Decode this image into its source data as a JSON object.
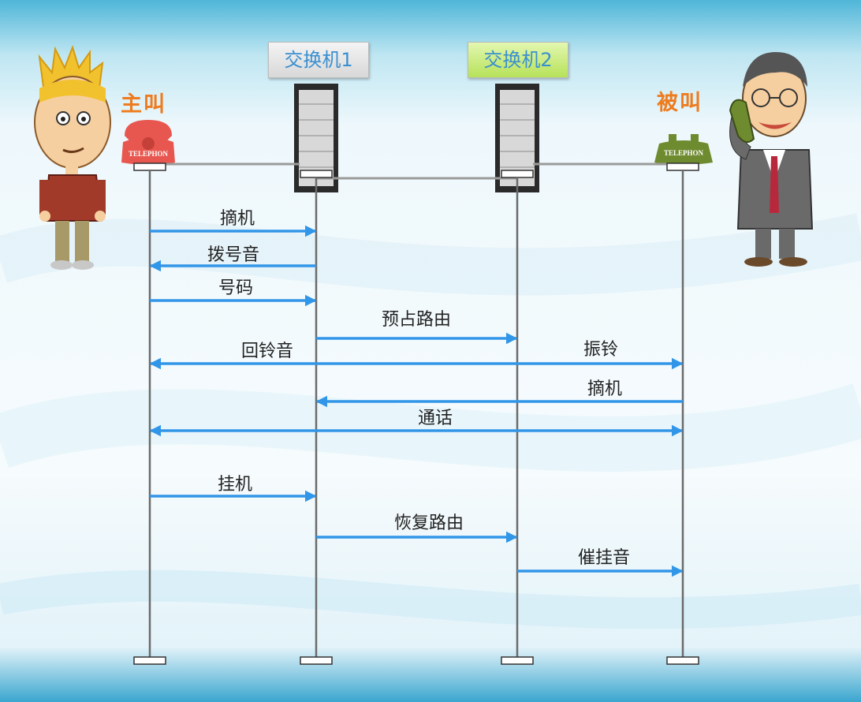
{
  "participants": {
    "caller": "主叫",
    "switch1": "交换机1",
    "switch2": "交换机2",
    "callee": "被叫"
  },
  "phone_text": "TELEPHON",
  "colors": {
    "arrow": "#3296e8",
    "lifeline": "#6b6b6b",
    "caller_phone": "#e8574f",
    "callee_phone": "#6e8b2f",
    "party_label": "#ee7b1e"
  },
  "messages": [
    {
      "text": "摘机",
      "from": "caller",
      "to": "switch1"
    },
    {
      "text": "拨号音",
      "from": "switch1",
      "to": "caller"
    },
    {
      "text": "号码",
      "from": "caller",
      "to": "switch1"
    },
    {
      "text": "预占路由",
      "from": "switch1",
      "to": "switch2"
    },
    {
      "text": "回铃音",
      "from": "callee",
      "to": "caller",
      "both": true
    },
    {
      "text": "振铃",
      "from": "caller",
      "to": "callee"
    },
    {
      "text": "摘机",
      "from": "callee",
      "to": "switch1"
    },
    {
      "text": "通话",
      "from": "caller",
      "to": "callee",
      "both": true
    },
    {
      "text": "挂机",
      "from": "caller",
      "to": "switch1"
    },
    {
      "text": "恢复路由",
      "from": "switch1",
      "to": "switch2"
    },
    {
      "text": "催挂音",
      "from": "switch2",
      "to": "callee"
    }
  ]
}
